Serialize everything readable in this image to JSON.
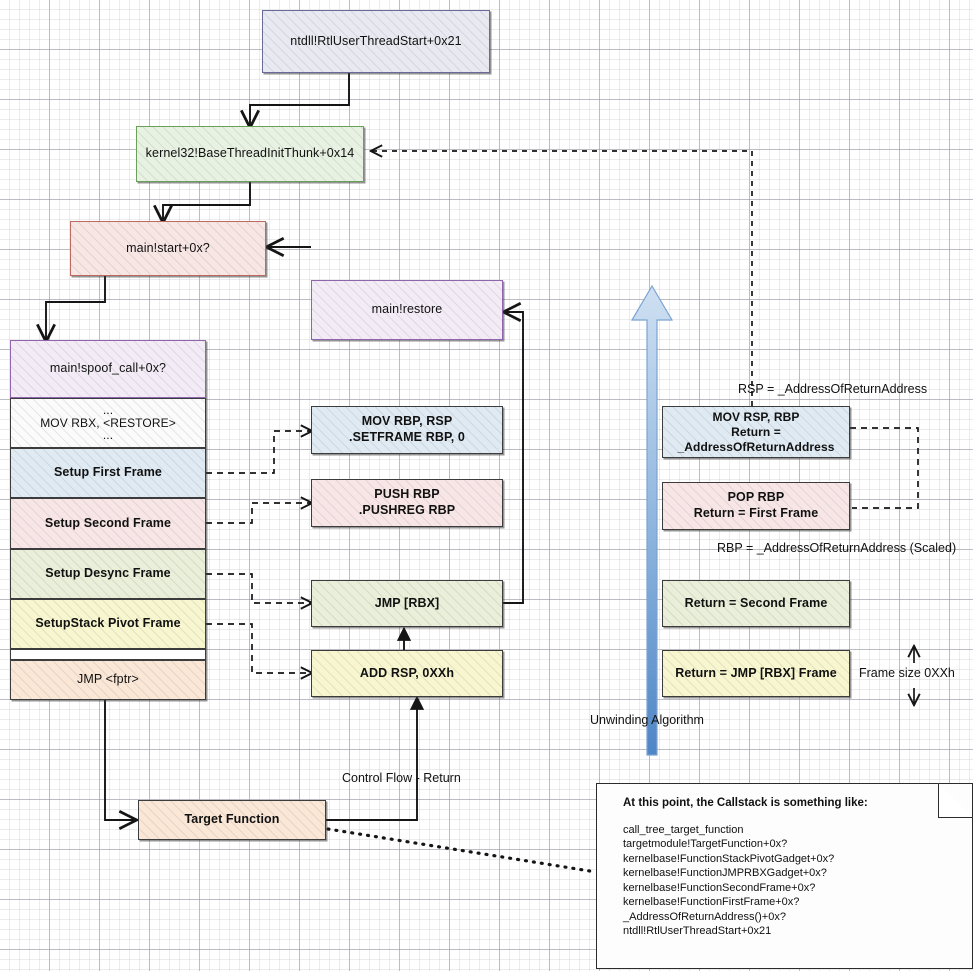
{
  "diagram": {
    "title": "Call stack spoofing / unwinding control flow diagram",
    "colors": {
      "lavender_fill": "#e9e9f2",
      "lavender_border": "#6a6a9a",
      "green_fill": "#e6f2e0",
      "green_border": "#5f9a4f",
      "red_fill": "#f6e4e2",
      "red_border": "#b05c54",
      "purple_fill": "#f1ebf6",
      "purple_border": "#8d63ad",
      "blue_fill": "#dfeaf3",
      "blue_border": "#3c3c3c",
      "pink_fill": "#f8e6e6",
      "olive_fill": "#e9efd9",
      "yellow_fill": "#f7f6cf",
      "peach_fill": "#fbe7d6",
      "white_fill": "#fbfbfb",
      "dark_border": "#3c3c3c",
      "arrow_blue_top": "#b8d0ea",
      "arrow_blue_bottom": "#5b8fc9"
    },
    "nodes": {
      "ntdll_start": "ntdll!RtlUserThreadStart+0x21",
      "kernel32_thunk": "kernel32!BaseThreadInitThunk+0x14",
      "main_start": "main!start+0x?",
      "main_spoof_call": "main!spoof_call+0x?",
      "mov_rbx_restore": "...\nMOV RBX, <RESTORE>\n...",
      "setup_first_frame": "Setup First Frame",
      "setup_second_frame": "Setup Second Frame",
      "setup_desync_frame": "Setup Desync Frame",
      "setup_stack_pivot_frame": "SetupStack Pivot Frame",
      "spacer_frame": "",
      "jmp_fptr": "JMP <fptr>",
      "main_restore": "main!restore",
      "mov_rbp_rsp": "MOV RBP, RSP\n.SETFRAME RBP, 0",
      "push_rbp": "PUSH RBP\n.PUSHREG RBP",
      "jmp_rbx": "JMP [RBX]",
      "add_rsp": "ADD RSP, 0XXh",
      "target_function": "Target Function",
      "unwind_mov_rsp_rbp": "MOV RSP, RBP\nReturn =\n_AddressOfReturnAddress",
      "unwind_pop_rbp": "POP RBP\nReturn = First Frame",
      "unwind_second_frame": "Return = Second Frame",
      "unwind_jmp_rbx_frame": "Return = JMP [RBX] Frame"
    },
    "labels": {
      "rsp_equals": "RSP = _AddressOfReturnAddress",
      "rbp_equals": "RBP = _AddressOfReturnAddress (Scaled)",
      "frame_size": "Frame size 0XXh",
      "unwinding_algorithm": "Unwinding Algorithm",
      "control_flow_return": "Control Flow - Return"
    },
    "note": {
      "title": "At this point, the Callstack is something like:",
      "lines": [
        "call_tree_target_function",
        "targetmodule!TargetFunction+0x?",
        "kernelbase!FunctionStackPivotGadget+0x?",
        "kernelbase!FunctionJMPRBXGadget+0x?",
        "kernelbase!FunctionSecondFrame+0x?",
        "kernelbase!FunctionFirstFrame+0x?",
        "_AddressOfReturnAddress()+0x?",
        "ntdll!RtlUserThreadStart+0x21"
      ]
    }
  }
}
